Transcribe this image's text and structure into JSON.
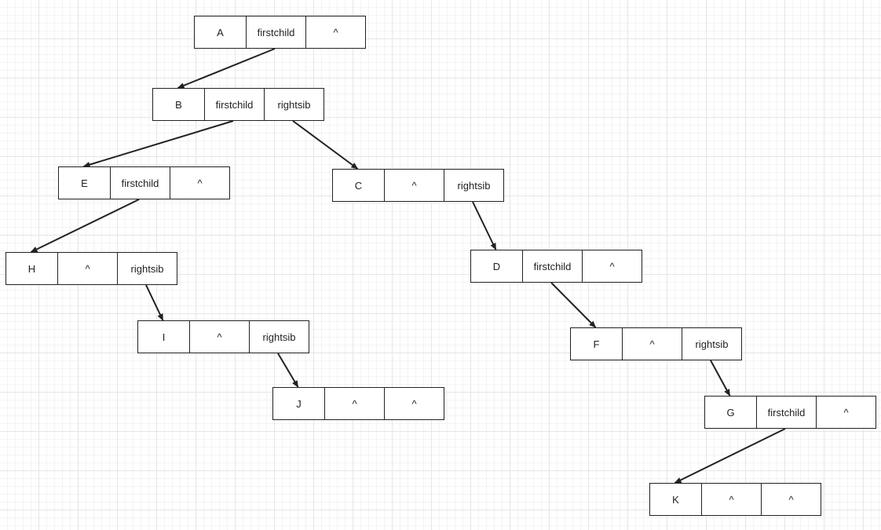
{
  "nodes": [
    {
      "id": "A",
      "data": "A",
      "firstchild": "firstchild",
      "rightsib": "^"
    },
    {
      "id": "B",
      "data": "B",
      "firstchild": "firstchild",
      "rightsib": "rightsib"
    },
    {
      "id": "E",
      "data": "E",
      "firstchild": "firstchild",
      "rightsib": "^"
    },
    {
      "id": "C",
      "data": "C",
      "firstchild": "^",
      "rightsib": "rightsib"
    },
    {
      "id": "H",
      "data": "H",
      "firstchild": "^",
      "rightsib": "rightsib"
    },
    {
      "id": "D",
      "data": "D",
      "firstchild": "firstchild",
      "rightsib": "^"
    },
    {
      "id": "I",
      "data": "I",
      "firstchild": "^",
      "rightsib": "rightsib"
    },
    {
      "id": "F",
      "data": "F",
      "firstchild": "^",
      "rightsib": "rightsib"
    },
    {
      "id": "J",
      "data": "J",
      "firstchild": "^",
      "rightsib": "^"
    },
    {
      "id": "G",
      "data": "G",
      "firstchild": "firstchild",
      "rightsib": "^"
    },
    {
      "id": "K",
      "data": "K",
      "firstchild": "^",
      "rightsib": "^"
    }
  ],
  "edges": [
    {
      "from": "A",
      "field": "firstchild",
      "to": "B"
    },
    {
      "from": "B",
      "field": "firstchild",
      "to": "E"
    },
    {
      "from": "B",
      "field": "rightsib",
      "to": "C"
    },
    {
      "from": "E",
      "field": "firstchild",
      "to": "H"
    },
    {
      "from": "H",
      "field": "rightsib",
      "to": "I"
    },
    {
      "from": "I",
      "field": "rightsib",
      "to": "J"
    },
    {
      "from": "C",
      "field": "rightsib",
      "to": "D"
    },
    {
      "from": "D",
      "field": "firstchild",
      "to": "F"
    },
    {
      "from": "F",
      "field": "rightsib",
      "to": "G"
    },
    {
      "from": "G",
      "field": "firstchild",
      "to": "K"
    }
  ],
  "colors": {
    "stroke": "#222222",
    "grid": "#e6e6e6",
    "background": "#ffffff"
  }
}
